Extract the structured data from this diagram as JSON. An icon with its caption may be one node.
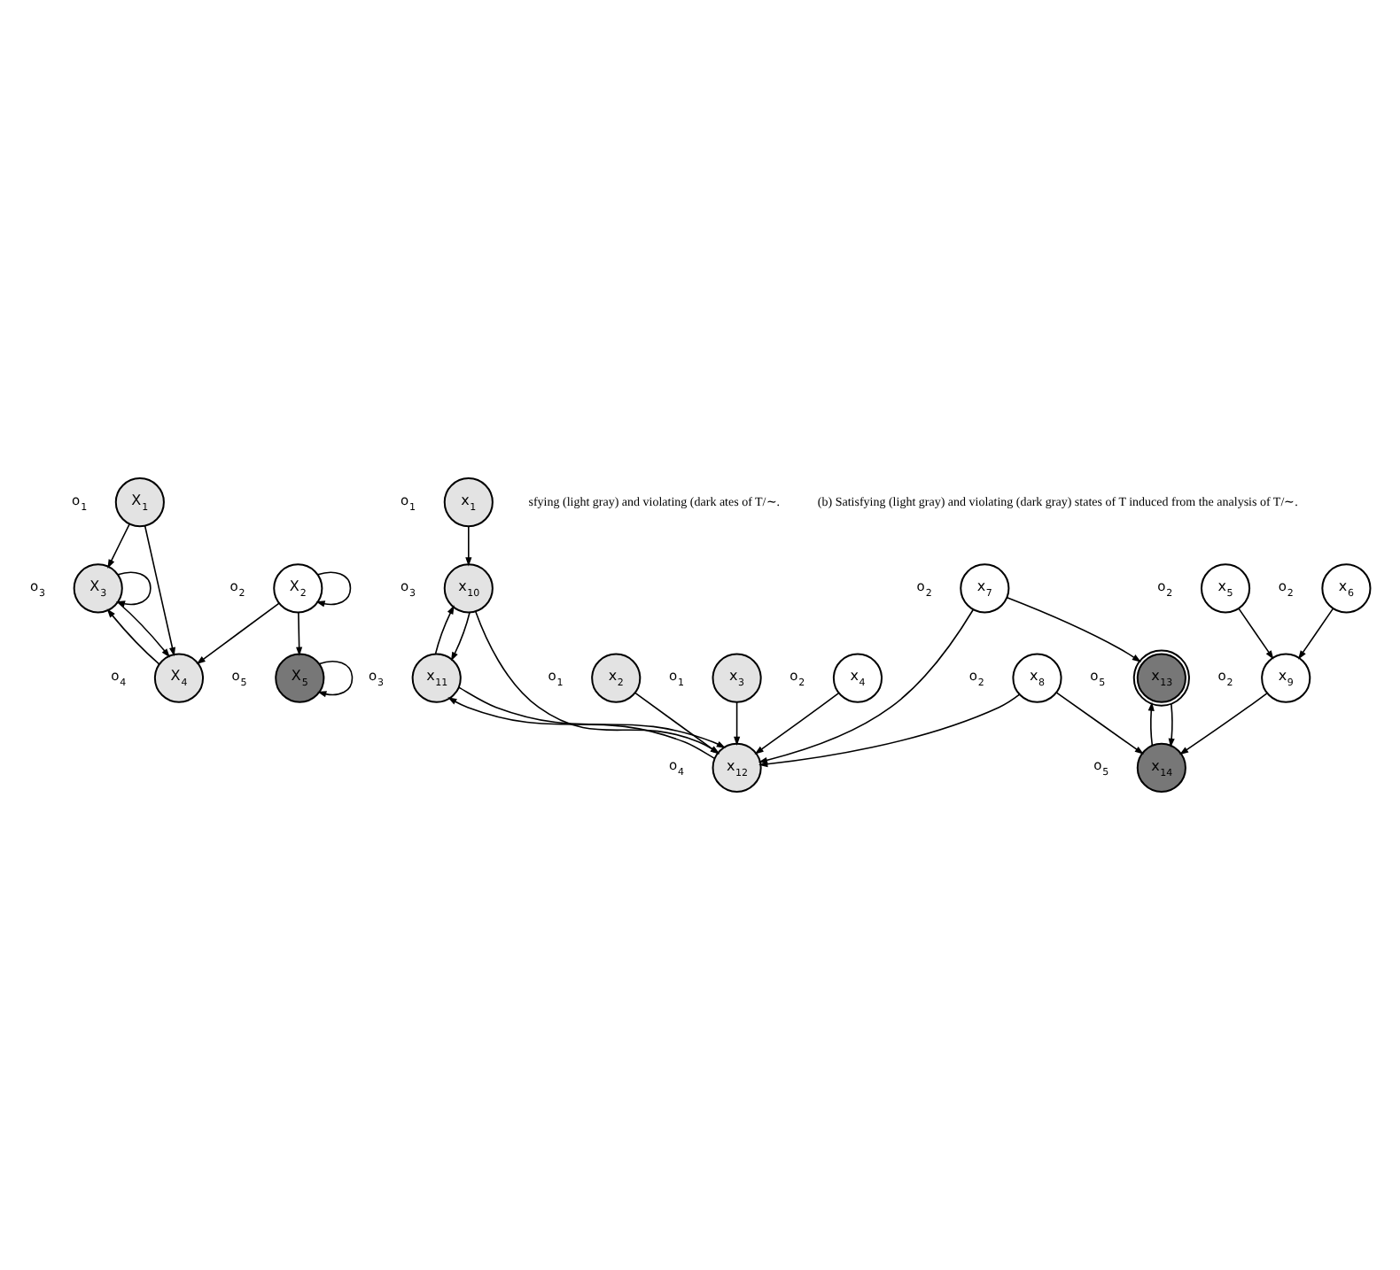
{
  "diagram": {
    "nodes": [
      {
        "text": [
          "X$_{1}$"
        ],
        "beside": [
          "o$_{1}$"
        ]
      },
      {
        "text": [
          "X$_{2}$"
        ],
        "beside": [
          "o$_{2}$"
        ]
      },
      {
        "text": [
          "X$_{3}$"
        ],
        "beside": [
          "o$_{3}$"
        ]
      },
      {
        "text": [
          "X$_{4}$"
        ],
        "beside": [
          "o$_{4}$"
        ]
      },
      {
        "text": [
          "X$_{5}$"
        ],
        "beside": [
          "o$_{5}$"
        ]
      },
      {
        "text": [
          "x$_{1}$"
        ],
        "beside": [
          "o$_{1}$"
        ]
      },
      {
        "text": [
          "x$_{2}$"
        ],
        "beside": [
          "o$_{1}$"
        ]
      },
      {
        "text": [
          "x$_{3}$"
        ],
        "beside": [
          "o$_{1}$"
        ]
      },
      {
        "text": [
          "x$_{4}$"
        ],
        "beside": [
          "o$_{2}$"
        ]
      },
      {
        "text": [
          "x$_{5}$"
        ],
        "beside": [
          "o$_{2}$"
        ]
      },
      {
        "text": [
          "x$_{6}$"
        ],
        "beside": [
          "o$_{2}$"
        ]
      },
      {
        "text": [
          "x$_{7}$"
        ],
        "beside": [
          "o$_{2}$"
        ]
      },
      {
        "text": [
          "x$_{8}$"
        ],
        "beside": [
          "o$_{2}$"
        ]
      },
      {
        "text": [
          "x$_{9}$"
        ],
        "beside": [
          "o$_{2}$"
        ]
      },
      {
        "text": [
          "x$_{10}$"
        ],
        "beside": [
          "o$_{3}$"
        ]
      },
      {
        "text": [
          "x$_{11}$"
        ],
        "beside": [
          "o$_{3}$"
        ]
      },
      {
        "text": [
          "x$_{12}$"
        ],
        "beside": [
          "o$_{4}$"
        ]
      },
      {
        "text": [
          "x$_{13}$"
        ],
        "beside": [
          "o$_{5}$"
        ]
      },
      {
        "text": [
          "x$_{14}$"
        ],
        "beside": [
          "o$_{5}$"
        ]
      }
    ],
    "edges": [
      {
        "from": 0,
        "to": 2,
        "arrow": "to"
      },
      {
        "from": 0,
        "to": 3,
        "arrow": "to"
      },
      {
        "from": 3,
        "to": 2,
        "arrow": "to"
      },
      {
        "from": 2,
        "to": 3,
        "arrow": "to"
      },
      {
        "from": 2,
        "to": 2,
        "arrow": "to"
      },
      {
        "from": 1,
        "to": 1,
        "arrow": "to"
      },
      {
        "from": 1,
        "to": 3,
        "arrow": "to"
      },
      {
        "from": 1,
        "to": 4,
        "arrow": "to"
      },
      {
        "from": 4,
        "to": 4,
        "arrow": "to"
      },
      {
        "from": 5,
        "to": 14,
        "arrow": "to"
      },
      {
        "from": 14,
        "to": 15,
        "arrow": "to"
      },
      {
        "from": 15,
        "to": 14,
        "arrow": "to"
      },
      {
        "from": 14,
        "to": 16,
        "arrow": "to"
      },
      {
        "from": 16,
        "to": 15,
        "arrow": "to"
      },
      {
        "from": 15,
        "to": 16,
        "arrow": "to"
      },
      {
        "from": 6,
        "to": 16,
        "arrow": "to"
      },
      {
        "from": 7,
        "to": 16,
        "arrow": "to"
      },
      {
        "from": 8,
        "to": 16,
        "arrow": "to"
      },
      {
        "from": 11,
        "to": 16,
        "arrow": "to"
      },
      {
        "from": 11,
        "to": 17,
        "arrow": "to"
      },
      {
        "from": 12,
        "to": 16,
        "arrow": "to"
      },
      {
        "from": 12,
        "to": 18,
        "arrow": "to"
      },
      {
        "from": 9,
        "to": 13,
        "arrow": "to"
      },
      {
        "from": 10,
        "to": 13,
        "arrow": "to"
      },
      {
        "from": 13,
        "to": 18,
        "arrow": "to"
      },
      {
        "from": 18,
        "to": 17,
        "arrow": "to"
      },
      {
        "from": 17,
        "to": 18,
        "arrow": "to"
      }
    ],
    "labels": [
      "sfying (light gray) and violating (dark ates of T/∼.",
      "(b) Satisfying (light gray) and violating (dark gray) states of T induced from the analysis of T/∼."
    ]
  }
}
